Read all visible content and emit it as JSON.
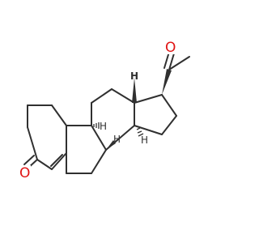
{
  "molecule": {
    "atoms": {
      "ketone_oxygen": "O",
      "acetyl_oxygen": "O",
      "h_c9": "H",
      "h_c8": "H",
      "h_c14": "H",
      "methyl_c18": "H"
    },
    "colors": {
      "bond": "#303030",
      "oxygen": "#e01414",
      "background": "#ffffff"
    }
  }
}
